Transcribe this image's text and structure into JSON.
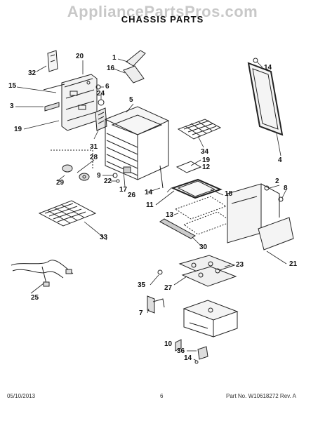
{
  "watermark": "AppliancePartsPros.com",
  "title": "CHASSIS PARTS",
  "footer": {
    "date": "05/10/2013",
    "page": "6",
    "part_info": "Part No. W10618272  Rev. A"
  },
  "callouts": {
    "c1": "1",
    "c2": "2",
    "c3": "3",
    "c4": "4",
    "c5": "5",
    "c6": "6",
    "c7": "7",
    "c8": "8",
    "c9": "9",
    "c10": "10",
    "c11": "11",
    "c12": "12",
    "c13": "13",
    "c14a": "14",
    "c14b": "14",
    "c14c": "14",
    "c15": "15",
    "c16": "16",
    "c17": "17",
    "c18": "18",
    "c19a": "19",
    "c19b": "19",
    "c20": "20",
    "c21": "21",
    "c22": "22",
    "c23": "23",
    "c24": "24",
    "c25": "25",
    "c26": "26",
    "c27": "27",
    "c28": "28",
    "c29": "29",
    "c30": "30",
    "c31": "31",
    "c32": "32",
    "c33": "33",
    "c34": "34",
    "c35": "35",
    "c36": "36"
  }
}
